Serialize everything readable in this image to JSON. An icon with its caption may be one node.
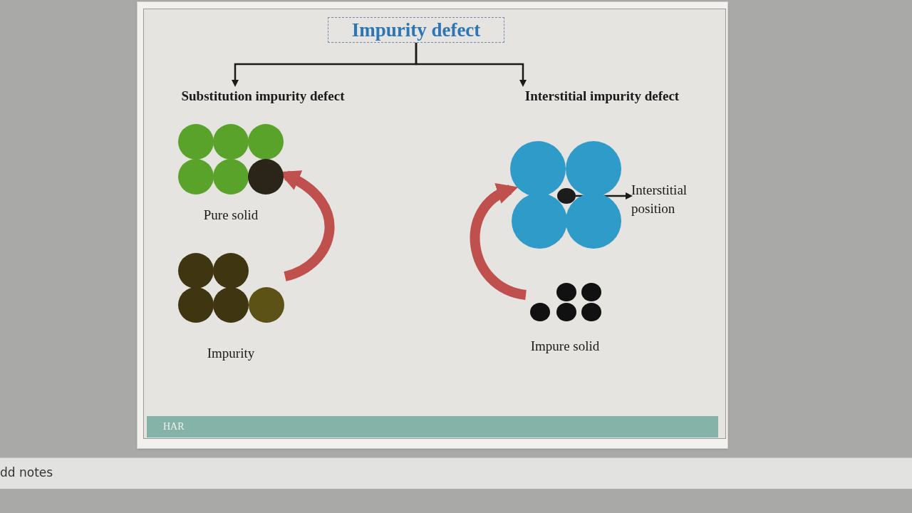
{
  "diagram": {
    "nodes": [
      {
        "text": [
          "Impurity defect"
        ]
      },
      {
        "text": [
          "Substitution impurity defect"
        ]
      },
      {
        "text": [
          "Interstitial impurity defect"
        ]
      },
      {
        "text": [
          "Pure solid"
        ]
      },
      {
        "text": [
          "Impurity"
        ]
      },
      {
        "text": [],
        "shape": "picture"
      },
      {
        "text": [
          "Impure solid"
        ]
      },
      {
        "text": [
          "Interstitial position"
        ]
      },
      {
        "text": [],
        "shape": "circle",
        "in": 5
      }
    ],
    "edges": [
      {
        "from": 0,
        "to": 1,
        "arrow": "to"
      },
      {
        "from": 0,
        "to": 2,
        "arrow": "to"
      },
      {
        "from": 4,
        "to": 3,
        "arrow": "to",
        "style": "thick",
        "color": "#c0504d"
      },
      {
        "from": 6,
        "to": 5,
        "arrow": "to",
        "style": "thick",
        "color": "#c0504d"
      },
      {
        "from": 8,
        "to": 7,
        "arrow": "to"
      }
    ],
    "labels": [
      "HAR",
      "dd notes"
    ]
  }
}
